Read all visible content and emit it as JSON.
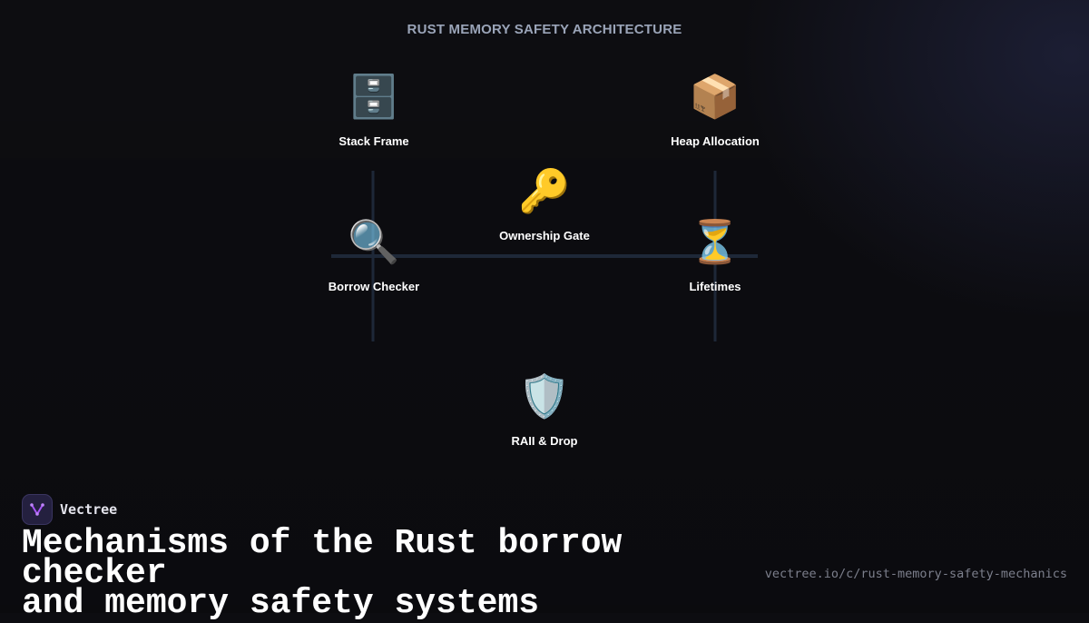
{
  "diagram": {
    "title": "RUST MEMORY SAFETY ARCHITECTURE",
    "nodes": [
      {
        "id": "stack-frame",
        "label": "Stack Frame",
        "icon": "🗄️",
        "icon_name": "file-cabinet-icon"
      },
      {
        "id": "heap-allocation",
        "label": "Heap Allocation",
        "icon": "📦",
        "icon_name": "package-icon"
      },
      {
        "id": "ownership-gate",
        "label": "Ownership Gate",
        "icon": "🔑",
        "icon_name": "key-icon"
      },
      {
        "id": "borrow-checker",
        "label": "Borrow Checker",
        "icon": "🔍",
        "icon_name": "magnifier-icon"
      },
      {
        "id": "lifetimes",
        "label": "Lifetimes",
        "icon": "⏳",
        "icon_name": "hourglass-icon"
      },
      {
        "id": "raii-drop",
        "label": "RAII & Drop",
        "icon": "🛡️",
        "icon_name": "shield-icon"
      }
    ],
    "connector_color": "#1e2838"
  },
  "brand": {
    "name": "Vectree",
    "accent": "#a855f7"
  },
  "headline": {
    "line1": "Mechanisms of the Rust borrow checker",
    "line2": "and memory safety systems"
  },
  "source_url": "vectree.io/c/rust-memory-safety-mechanics"
}
